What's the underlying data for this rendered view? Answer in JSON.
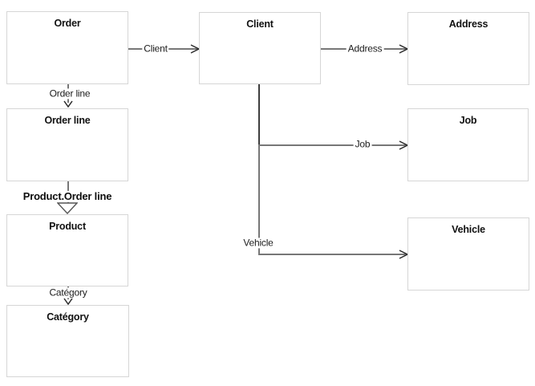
{
  "colors": {
    "background": "#ffffff",
    "box_border": "#d6d6d6",
    "box_fill": "#ffffff",
    "connector": "#777777",
    "connector_overlap": "#3e3e3e",
    "arrowhead": "#2b2b2b",
    "triangle_stroke": "#555555",
    "text": "#1c1c1c"
  },
  "icons": {
    "association_arrowhead": "open-chevron",
    "inheritance_arrowhead": "hollow-triangle"
  },
  "nodes": {
    "order": {
      "label": "Order"
    },
    "client": {
      "label": "Client"
    },
    "address": {
      "label": "Address"
    },
    "order_line": {
      "label": "Order line"
    },
    "job": {
      "label": "Job"
    },
    "product": {
      "label": "Product"
    },
    "vehicle": {
      "label": "Vehicle"
    },
    "category": {
      "label": "Catégory"
    }
  },
  "edges": {
    "order_to_client": {
      "label": "Client",
      "from": "Order",
      "to": "Client",
      "arrowhead": "open-chevron"
    },
    "order_to_order_line": {
      "label": "Order line",
      "from": "Order",
      "to": "Order line",
      "arrowhead": "open-chevron"
    },
    "client_to_address": {
      "label": "Address",
      "from": "Client",
      "to": "Address",
      "arrowhead": "open-chevron"
    },
    "client_to_job": {
      "label": "Job",
      "from": "Client",
      "to": "Job",
      "arrowhead": "open-chevron"
    },
    "client_to_vehicle": {
      "label": "Vehicle",
      "from": "Client",
      "to": "Vehicle",
      "arrowhead": "open-chevron"
    },
    "order_line_to_product": {
      "label": "Product.Order line",
      "from": "Order line",
      "to": "Product",
      "arrowhead": "hollow-triangle"
    },
    "product_to_category": {
      "label": "Catégory",
      "from": "Product",
      "to": "Catégory",
      "arrowhead": "open-chevron"
    }
  }
}
